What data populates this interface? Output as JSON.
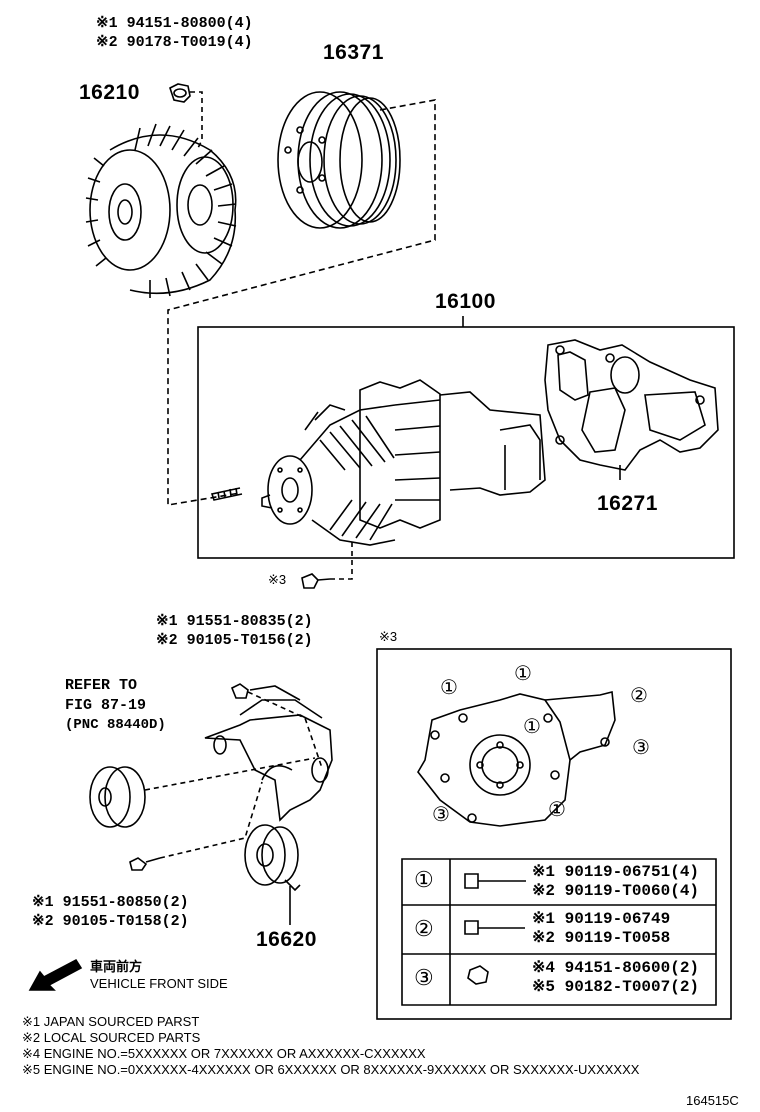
{
  "parts": {
    "fan_clutch_no": "16210",
    "pulley_no": "16371",
    "water_pump_no": "16100",
    "gasket_no": "16271",
    "idler_no": "16620",
    "nut_top": {
      "jp": "※1 94151-80800(4)",
      "local": "※2 90178-T0019(4)"
    },
    "bolt_idler_top": {
      "jp": "※1 91551-80835(2)",
      "local": "※2 90105-T0156(2)"
    },
    "bolt_idler_bottom": {
      "jp": "※1 91551-80850(2)",
      "local": "※2 90105-T0158(2)"
    },
    "pump_bolt_ref": "※3"
  },
  "refer": {
    "line1": "REFER TO",
    "line2": "FIG 87-19",
    "line3": "(PNC 88440D)"
  },
  "detail": {
    "ref": "※3",
    "markers": [
      "①",
      "②",
      "③"
    ],
    "rows": [
      {
        "key": "①",
        "a": "※1 90119-06751(4)",
        "b": "※2 90119-T0060(4)"
      },
      {
        "key": "②",
        "a": "※1 90119-06749",
        "b": "※2 90119-T0058"
      },
      {
        "key": "③",
        "a": "※4 94151-80600(2)",
        "b": "※5 90182-T0007(2)"
      }
    ]
  },
  "direction": {
    "jp": "車両前方",
    "en": "VEHICLE FRONT SIDE"
  },
  "notes": [
    "※1 JAPAN SOURCED PARST",
    "※2 LOCAL SOURCED PARTS",
    "※4 ENGINE NO.=5XXXXXX OR 7XXXXXX OR AXXXXXX-CXXXXXX",
    "※5 ENGINE NO.=0XXXXXX-4XXXXXX OR 6XXXXXX OR 8XXXXXX-9XXXXXX OR SXXXXXX-UXXXXXX"
  ],
  "figure_id": "164515C"
}
